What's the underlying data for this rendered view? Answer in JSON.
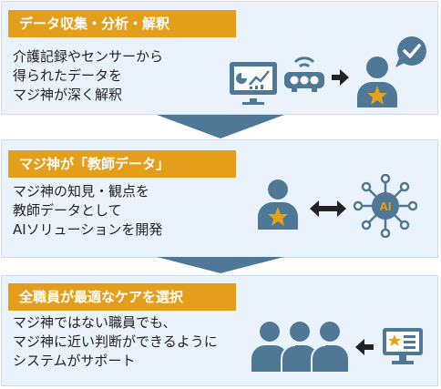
{
  "steps": [
    {
      "title": "データ収集・分析・解釈",
      "lines": [
        "介護記録やセンサーから",
        "得られたデータを",
        "マジ神が深く解釈"
      ]
    },
    {
      "title": "マジ神が「教師データ」",
      "lines": [
        "マジ神の知見・観点を",
        "教師データとして",
        "AIソリューションを開発"
      ],
      "ai_label": "AI"
    },
    {
      "title": "全職員が最適なケアを選択",
      "lines": [
        "マジ神ではない職員でも、",
        "マジ神に近い判断ができるように",
        "システムがサポート"
      ]
    }
  ],
  "colors": {
    "banner": "#e39e1c",
    "panel": "#eaf3fb",
    "icon": "#4f7896",
    "star": "#e3a21a",
    "connector": "#4f7896"
  }
}
